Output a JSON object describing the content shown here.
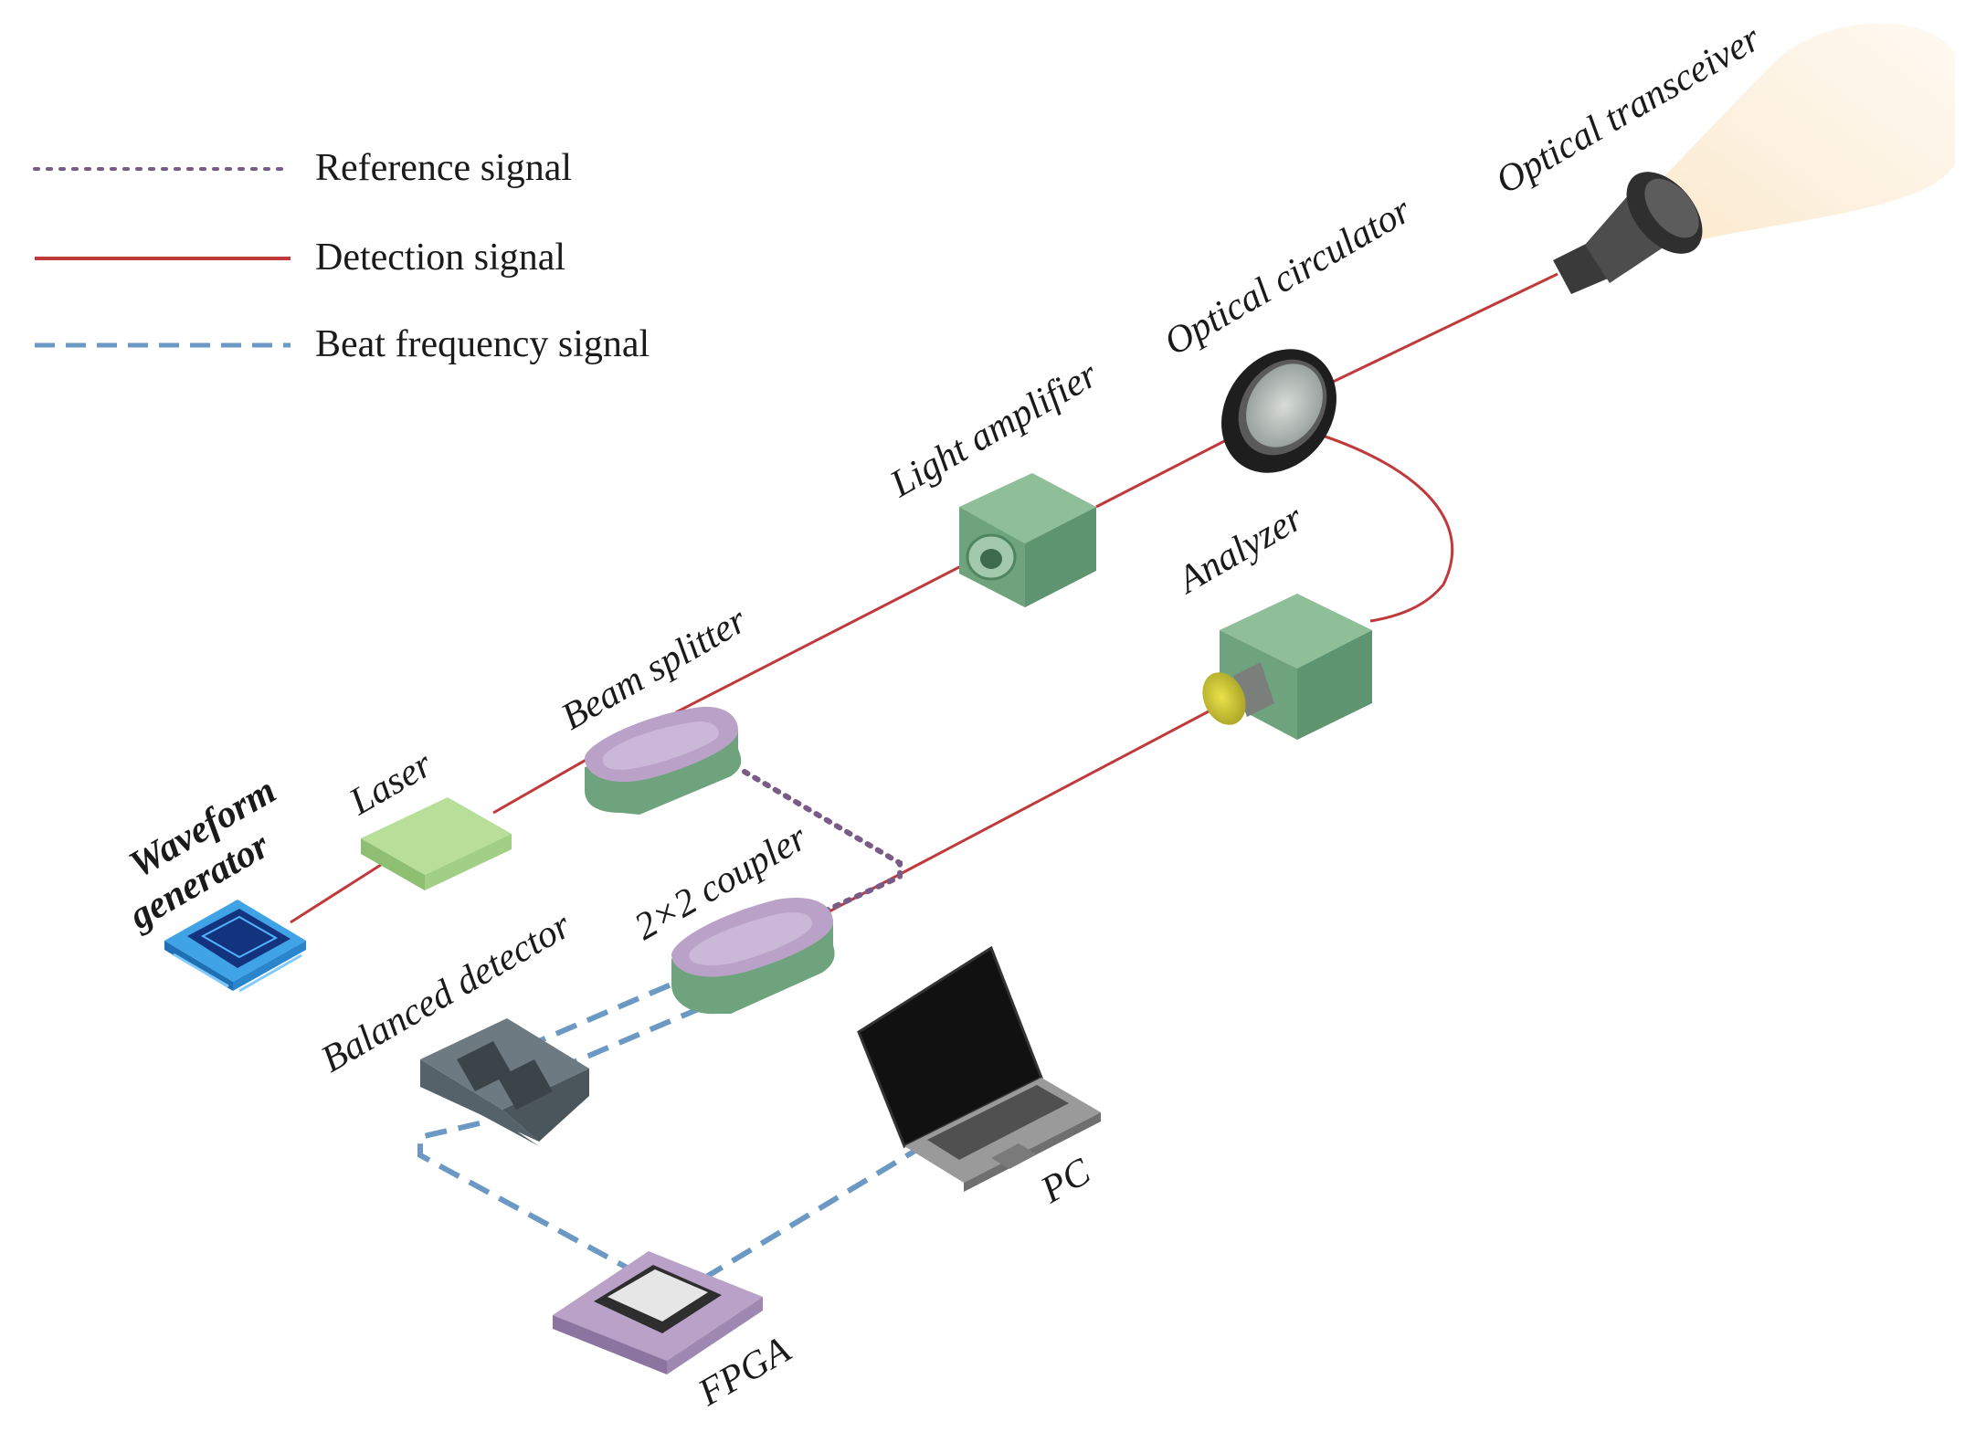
{
  "legend": {
    "items": [
      {
        "label": "Reference signal",
        "style": "dotted",
        "color": "#7a5a86"
      },
      {
        "label": "Detection signal",
        "style": "solid",
        "color": "#c0393b"
      },
      {
        "label": "Beat frequency signal",
        "style": "dashed",
        "color": "#6b99c4"
      }
    ]
  },
  "components": {
    "waveform_generator": {
      "line1": "Waveform",
      "line2": "generator",
      "icon": "chip-icon"
    },
    "laser": {
      "label": "Laser",
      "icon": "laser-box-icon"
    },
    "beam_splitter": {
      "label": "Beam splitter",
      "icon": "splitter-box-icon"
    },
    "light_amplifier": {
      "label": "Light amplifier",
      "icon": "amplifier-cube-icon"
    },
    "optical_circulator": {
      "label": "Optical circulator",
      "icon": "circulator-ring-icon"
    },
    "optical_transceiver": {
      "label": "Optical transceiver",
      "icon": "lens-horn-icon"
    },
    "analyzer": {
      "label": "Analyzer",
      "icon": "analyzer-cube-icon"
    },
    "coupler": {
      "label": "2×2 coupler",
      "icon": "coupler-box-icon"
    },
    "balanced_detector": {
      "label": "Balanced detector",
      "icon": "detector-block-icon"
    },
    "fpga": {
      "label": "FPGA",
      "icon": "fpga-chip-icon"
    },
    "pc": {
      "label": "PC",
      "icon": "laptop-icon"
    }
  },
  "colors": {
    "detection": "#c0393b",
    "reference": "#7a5a86",
    "beat": "#6b99c4",
    "green_device": "#6fa37d",
    "purple_top": "#b9a1c8",
    "beam_glow": "#fbecd5"
  }
}
